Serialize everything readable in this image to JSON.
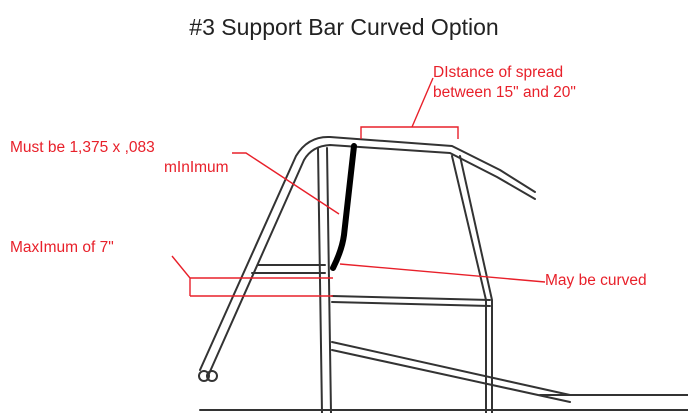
{
  "title": "#3 Support Bar Curved Option",
  "annotations": {
    "spread_line1": "DIstance of spread",
    "spread_line2": "between 15\" and 20\"",
    "tube_line1": "Must be 1,375 x ,083",
    "tube_line2": "mInImum",
    "max_height": "MaxImum of 7\"",
    "curve_note": "May be curved"
  },
  "colors": {
    "annotation": "#e8202a",
    "frame": "#333333",
    "support_bar": "#000000",
    "title": "#222222"
  }
}
